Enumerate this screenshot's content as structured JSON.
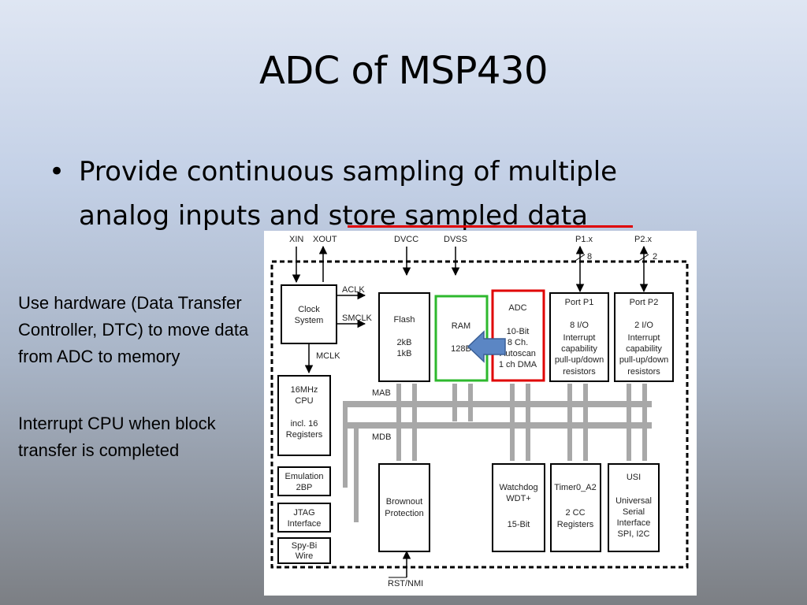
{
  "title": "ADC of MSP430",
  "bullet": {
    "marker": "•",
    "text_before": "Provide continuous sampling of multiple analog inputs and ",
    "text_underlined": "store sampled data"
  },
  "notes": {
    "note1": "Use hardware (Data Transfer Controller, DTC) to move data from ADC to memory",
    "note2": "Interrupt CPU when block transfer is completed"
  },
  "colors": {
    "underline": "#e00000",
    "ram_highlight": "#2eb82e",
    "adc_highlight": "#e00000",
    "arrow": "#5b86c4"
  },
  "diagram": {
    "pins": {
      "xin": "XIN",
      "xout": "XOUT",
      "dvcc": "DVCC",
      "dvss": "DVSS",
      "p1": "P1.x",
      "p2": "P2.x",
      "p1_count": "8",
      "p2_count": "2",
      "rst": "RST/NMI"
    },
    "signals": {
      "aclk": "ACLK",
      "smclk": "SMCLK",
      "mclk": "MCLK",
      "mab": "MAB",
      "mdb": "MDB"
    },
    "blocks": {
      "clock": [
        "Clock",
        "System"
      ],
      "flash": [
        "Flash",
        "",
        "2kB",
        "1kB"
      ],
      "ram": [
        "RAM",
        "",
        "128B"
      ],
      "adc": [
        "ADC",
        "",
        "10-Bit",
        "8 Ch.",
        "Autoscan",
        "1 ch DMA"
      ],
      "port1": [
        "Port P1",
        "",
        "8 I/O",
        "Interrupt",
        "capability",
        "pull-up/down",
        "resistors"
      ],
      "port2": [
        "Port P2",
        "",
        "2 I/O",
        "Interrupt",
        "capability",
        "pull-up/down",
        "resistors"
      ],
      "cpu": [
        "16MHz",
        "CPU",
        "",
        "incl. 16",
        "Registers"
      ],
      "emulation": [
        "Emulation",
        "2BP"
      ],
      "jtag": [
        "JTAG",
        "Interface"
      ],
      "spybi": [
        "Spy-Bi",
        "Wire"
      ],
      "brownout": [
        "Brownout",
        "Protection"
      ],
      "watchdog": [
        "Watchdog",
        "WDT+",
        "",
        "15-Bit"
      ],
      "timer": [
        "Timer0_A2",
        "",
        "2 CC",
        "Registers"
      ],
      "usi": [
        "USI",
        "",
        "Universal",
        "Serial",
        "Interface",
        "SPI, I2C"
      ]
    }
  }
}
